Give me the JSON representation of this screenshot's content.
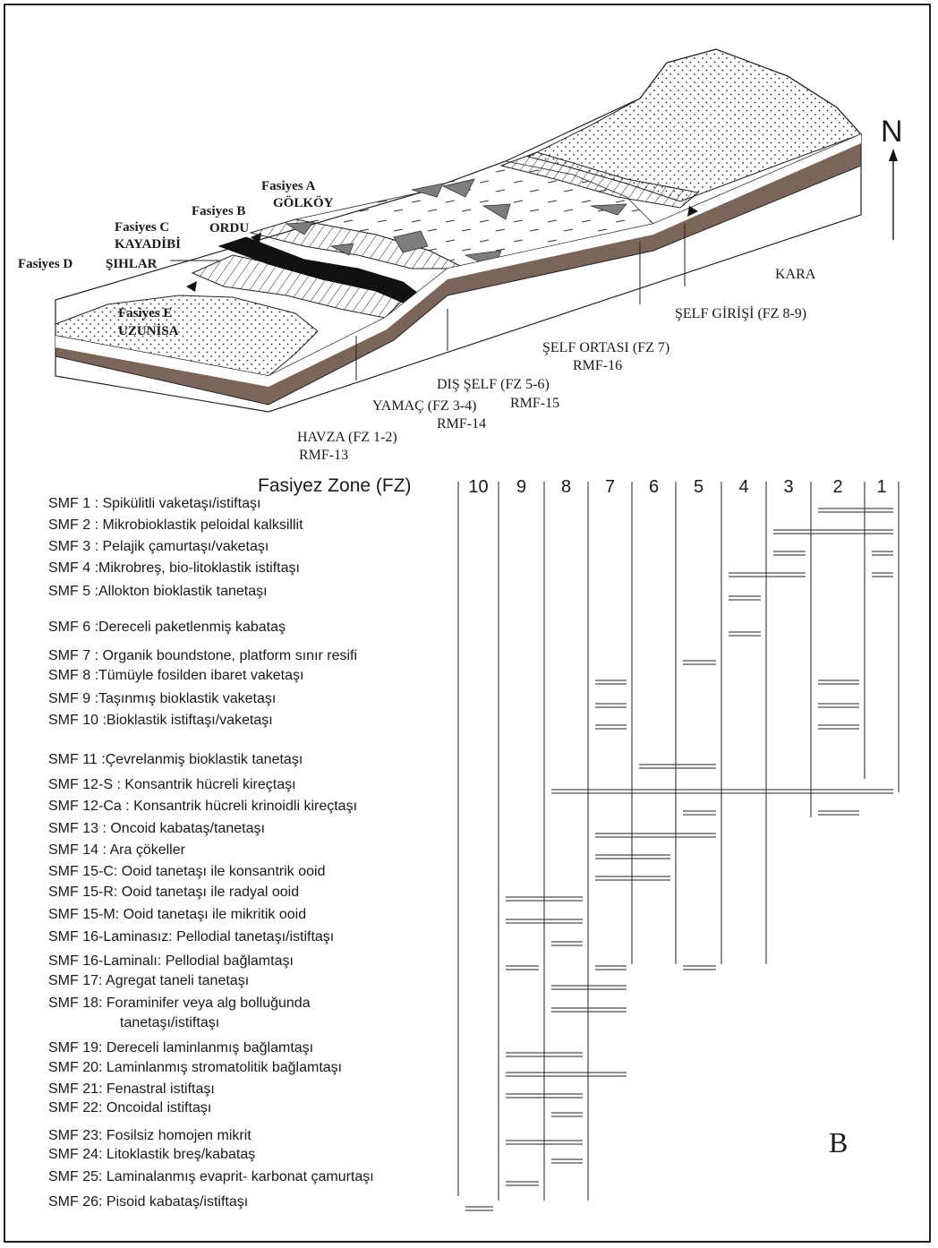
{
  "north_label": "N",
  "panel_letter": "B",
  "facies": [
    {
      "name": "Fasiyes A",
      "place": "GÖLKÖY"
    },
    {
      "name": "Fasiyes B",
      "place": "ORDU"
    },
    {
      "name": "Fasiyes C",
      "place": "KAYADİBİ"
    },
    {
      "name": "Fasiyes D",
      "place": "ŞIHLAR"
    },
    {
      "name": "Fasiyes E",
      "place": "UZUNİSA"
    }
  ],
  "zones": [
    {
      "name": "KARA",
      "rmf": ""
    },
    {
      "name": "ŞELF GİRİŞİ (FZ 8-9)",
      "rmf": ""
    },
    {
      "name": "ŞELF ORTASI (FZ 7)",
      "rmf": "RMF-16"
    },
    {
      "name": "DIŞ ŞELF (FZ 5-6)",
      "rmf": "RMF-15"
    },
    {
      "name": "YAMAÇ (FZ 3-4)",
      "rmf": "RMF-14"
    },
    {
      "name": "HAVZA (FZ 1-2)",
      "rmf": "RMF-13"
    }
  ],
  "matrix": {
    "title": "Fasiyez Zone (FZ)",
    "columns": [
      "10",
      "9",
      "8",
      "7",
      "6",
      "5",
      "4",
      "3",
      "2",
      "1"
    ],
    "rows": [
      {
        "label": "SMF 1 : Spikülitli vaketaşı/istiftaşı",
        "zones": [
          "2",
          "1"
        ]
      },
      {
        "label": "SMF 2 : Mikrobioklastik peloidal kalksillit",
        "zones": [
          "3",
          "2",
          "1"
        ]
      },
      {
        "label": "SMF 3 : Pelajik çamurtaşı/vaketaşı",
        "zones": [
          "3",
          "1"
        ]
      },
      {
        "label": "SMF 4 :Mikrobreş, bio-litoklastik istiftaşı",
        "zones": [
          "4",
          "3",
          "1"
        ]
      },
      {
        "label": "SMF 5 :Allokton bioklastik tanetaşı",
        "zones": [
          "4"
        ]
      },
      {
        "label": "SMF 6 :Dereceli paketlenmiş kabataş",
        "zones": [
          "4"
        ]
      },
      {
        "label": "SMF 7 : Organik boundstone, platform sınır resifi",
        "zones": [
          "5"
        ]
      },
      {
        "label": "SMF 8 :Tümüyle fosilden ibaret vaketaşı",
        "zones": [
          "7",
          "2"
        ]
      },
      {
        "label": "SMF 9 :Taşınmış bioklastik vaketaşı",
        "zones": [
          "7",
          "2"
        ]
      },
      {
        "label": "SMF 10 :Bioklastik istiftaşı/vaketaşı",
        "zones": [
          "7",
          "2"
        ]
      },
      {
        "label": "SMF 11 :Çevrelanmiş bioklastik tanetaşı",
        "zones": [
          "6",
          "5"
        ]
      },
      {
        "label": "SMF 12-S : Konsantrik hücreli kireçtaşı",
        "zones": [
          "8",
          "7",
          "6",
          "5",
          "4",
          "3",
          "2",
          "1"
        ]
      },
      {
        "label": "SMF 12-Ca : Konsantrik hücreli  krinoidli kireçtaşı",
        "zones": [
          "5",
          "2"
        ]
      },
      {
        "label": "SMF 13 : Oncoid kabataş/tanetaşı",
        "zones": [
          "7",
          "6",
          "5"
        ]
      },
      {
        "label": "SMF 14 : Ara çökeller",
        "zones": [
          "7",
          "6"
        ]
      },
      {
        "label": "SMF 15-C: Ooid tanetaşı ile konsantrik ooid",
        "zones": [
          "7",
          "6"
        ]
      },
      {
        "label": "SMF 15-R: Ooid tanetaşı ile radyal ooid",
        "zones": [
          "9",
          "8"
        ]
      },
      {
        "label": "SMF 15-M: Ooid tanetaşı ile mikritik ooid",
        "zones": [
          "9",
          "8"
        ]
      },
      {
        "label": "SMF 16-Laminasız: Pellodial tanetaşı/istiftaşı",
        "zones": [
          "8"
        ]
      },
      {
        "label": "SMF 16-Laminalı: Pellodial bağlamtaşı",
        "zones": [
          "9",
          "7",
          "5"
        ]
      },
      {
        "label": "SMF 17: Agregat taneli tanetaşı",
        "zones": [
          "8",
          "7"
        ]
      },
      {
        "label": "SMF 18: Foraminifer veya alg bolluğunda",
        "label2": "tanetaşı/istiftaşı",
        "zones": [
          "8",
          "7"
        ]
      },
      {
        "label": "SMF 19: Dereceli laminlanmış bağlamtaşı",
        "zones": [
          "9",
          "8"
        ]
      },
      {
        "label": "SMF 20: Laminlanmış stromatolitik bağlamtaşı",
        "zones": [
          "9",
          "8",
          "7"
        ]
      },
      {
        "label": "SMF 21: Fenastral istiftaşı",
        "zones": [
          "9",
          "8"
        ]
      },
      {
        "label": "SMF 22: Oncoidal istiftaşı",
        "zones": [
          "8"
        ]
      },
      {
        "label": "SMF 23: Fosilsiz homojen mikrit",
        "zones": [
          "9",
          "8"
        ]
      },
      {
        "label": "SMF 24: Litoklastik breş/kabataş",
        "zones": [
          "8"
        ]
      },
      {
        "label": "SMF 25: Laminalanmış evaprit- karbonat çamurtaşı",
        "zones": [
          "9"
        ]
      },
      {
        "label": "SMF 26: Pisoid kabataş/istiftaşı",
        "zones": [
          "10"
        ]
      }
    ]
  },
  "colors": {
    "brown": "#7a6558",
    "dark_gray": "#7d7d7d",
    "black": "#111111"
  }
}
